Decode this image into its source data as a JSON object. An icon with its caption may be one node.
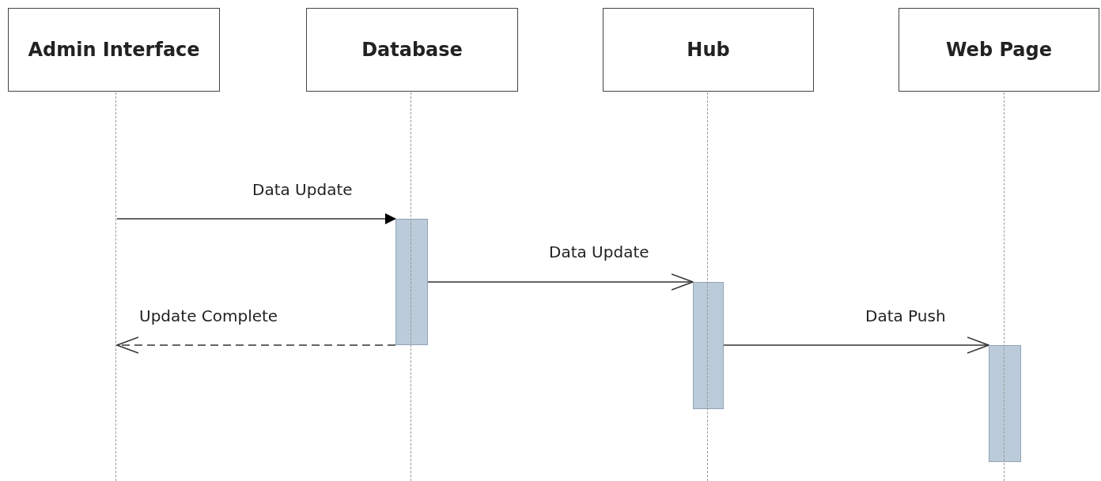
{
  "diagram": {
    "nodes": [
      {
        "text": [
          "Admin Interface"
        ]
      },
      {
        "text": [
          "Database"
        ]
      },
      {
        "text": [
          "Hub"
        ]
      },
      {
        "text": [
          "Web Page"
        ]
      },
      {
        "text": [],
        "shape": "bar"
      },
      {
        "text": [],
        "shape": "bar"
      },
      {
        "text": [],
        "shape": "bar"
      },
      {
        "text": [],
        "shape": "line"
      },
      {
        "text": [],
        "shape": "line"
      },
      {
        "text": [],
        "shape": "line"
      },
      {
        "text": [],
        "shape": "line"
      }
    ],
    "edges": [
      {
        "from": 7,
        "to": 4,
        "arrow": "to",
        "label": "Data Update"
      },
      {
        "from": 4,
        "to": 5,
        "arrow": "to",
        "label": "Data Update"
      },
      {
        "from": 4,
        "to": 7,
        "arrow": "to",
        "label": "Update Complete",
        "style": "dashed"
      },
      {
        "from": 5,
        "to": 6,
        "arrow": "to",
        "label": "Data Push"
      }
    ]
  }
}
